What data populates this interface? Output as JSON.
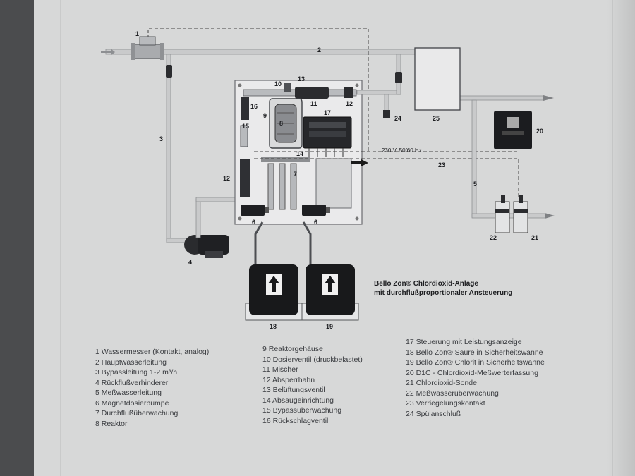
{
  "caption": {
    "line1": "Bello Zon® Chlordioxid-Anlage",
    "line2": "mit durchflußproportionaler Ansteuerung"
  },
  "voltage_label": "230 V, 50/60 Hz",
  "callouts": {
    "c1": "1",
    "c2": "2",
    "c3": "3",
    "c4": "4",
    "c5": "5",
    "c6a": "6",
    "c6b": "6",
    "c7": "7",
    "c8": "8",
    "c9": "9",
    "c10": "10",
    "c11": "11",
    "c12a": "12",
    "c12b": "12",
    "c13": "13",
    "c14": "14",
    "c15": "15",
    "c16": "16",
    "c17": "17",
    "c18": "18",
    "c19": "19",
    "c20": "20",
    "c21": "21",
    "c22": "22",
    "c23": "23",
    "c24": "24",
    "c25": "25"
  },
  "legend": {
    "col1": [
      "1 Wassermesser (Kontakt, analog)",
      "2 Hauptwasserleitung",
      "3 Bypassleitung 1-2 m³/h",
      "4 Rückflußverhinderer",
      "5 Meßwasserleitung",
      "6 Magnetdosierpumpe",
      "7 Durchflußüberwachung",
      "8 Reaktor"
    ],
    "col2": [
      "9 Reaktorgehäuse",
      "10 Dosierventil (druckbelastet)",
      "11 Mischer",
      "12 Absperrhahn",
      "13 Belüftungsventil",
      "14 Absaugeinrichtung",
      "15 Bypassüberwachung",
      "16 Rückschlagventil"
    ],
    "col3": [
      "17 Steuerung mit Leistungsanzeige",
      "18 Bello Zon® Säure in Sicherheitswanne",
      "19 Bello Zon® Chlorit in Sicherheitswanne",
      "20 D1C - Chlordioxid-Meßwerterfassung",
      "21 Chlordioxid-Sonde",
      "22 Meßwasserüberwachung",
      "23 Verriegelungskontakt",
      "24 Spülanschluß"
    ]
  }
}
